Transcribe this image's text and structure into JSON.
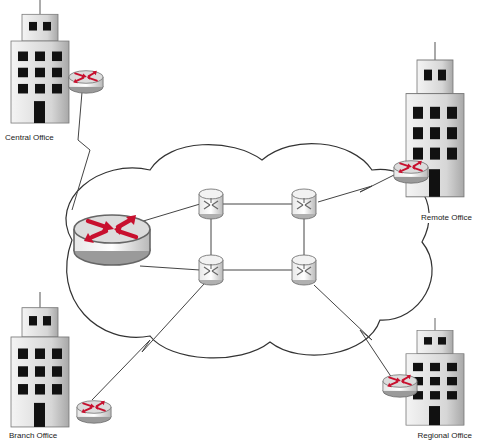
{
  "diagram": {
    "nodes": [
      {
        "text": [
          "Central Office"
        ]
      },
      {
        "text": [
          "Remote Office"
        ]
      },
      {
        "text": [
          "Branch Office"
        ]
      },
      {
        "text": [
          "Regional Office"
        ]
      }
    ]
  }
}
